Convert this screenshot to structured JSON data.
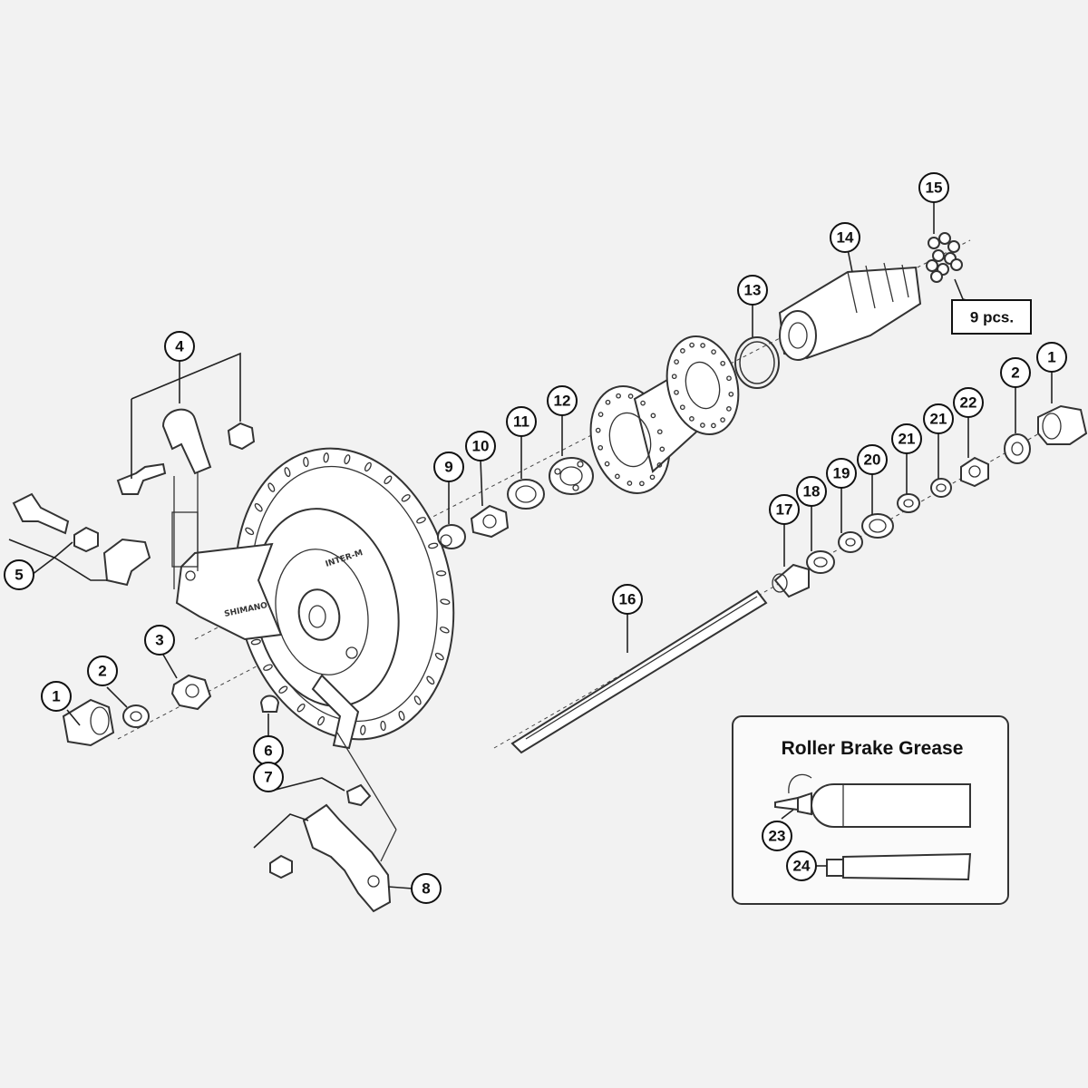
{
  "callouts": [
    "1",
    "2",
    "3",
    "4",
    "5",
    "6",
    "7",
    "8",
    "9",
    "10",
    "11",
    "12",
    "13",
    "14",
    "15",
    "16",
    "17",
    "18",
    "19",
    "20",
    "21",
    "22",
    "23",
    "24"
  ],
  "quantity_note": "9 pcs.",
  "grease_box": {
    "title": "Roller Brake Grease"
  },
  "brand_text": {
    "drum_label": "INTER-M",
    "plate_label": "SHIMANO"
  }
}
